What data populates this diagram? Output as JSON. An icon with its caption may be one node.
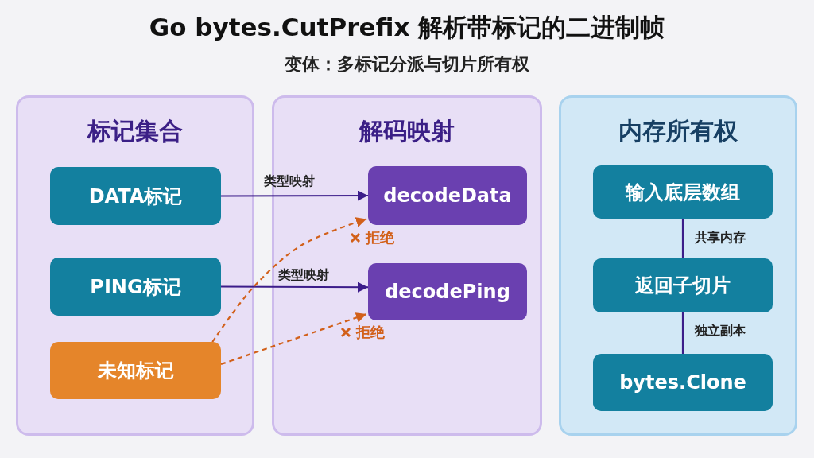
{
  "diagram": {
    "title": "Go bytes.CutPrefix 解析带标记的二进制帧",
    "caption": "变体：多标记分派与切片所有权",
    "nodes": [
      {
        "text": [
          "标记集合"
        ]
      },
      {
        "text": [
          "DATA标记"
        ],
        "in": 0
      },
      {
        "text": [
          "PING标记"
        ],
        "in": 0
      },
      {
        "text": [
          "未知标记"
        ],
        "in": 0
      },
      {
        "text": [
          "解码映射"
        ]
      },
      {
        "text": [
          "decodeData"
        ],
        "in": 4
      },
      {
        "text": [
          "decodePing"
        ],
        "in": 4
      },
      {
        "text": [
          "内存所有权"
        ]
      },
      {
        "text": [
          "输入底层数组"
        ],
        "in": 7
      },
      {
        "text": [
          "返回子切片"
        ],
        "in": 7
      },
      {
        "text": [
          "bytes.Clone"
        ],
        "in": 7
      }
    ],
    "edges": [
      {
        "from": 1,
        "to": 5,
        "arrow": "to",
        "label": "类型映射"
      },
      {
        "from": 2,
        "to": 6,
        "arrow": "to",
        "label": "类型映射"
      },
      {
        "from": 3,
        "to": 5,
        "arrow": "to",
        "label": "拒绝",
        "style": "dashed",
        "color": "#d2601a"
      },
      {
        "from": 3,
        "to": 6,
        "arrow": "to",
        "label": "拒绝",
        "style": "dashed",
        "color": "#d2601a"
      },
      {
        "from": 8,
        "to": 9,
        "arrow": "none",
        "label": "共享内存"
      },
      {
        "from": 9,
        "to": 10,
        "arrow": "none",
        "label": "独立副本"
      }
    ]
  }
}
